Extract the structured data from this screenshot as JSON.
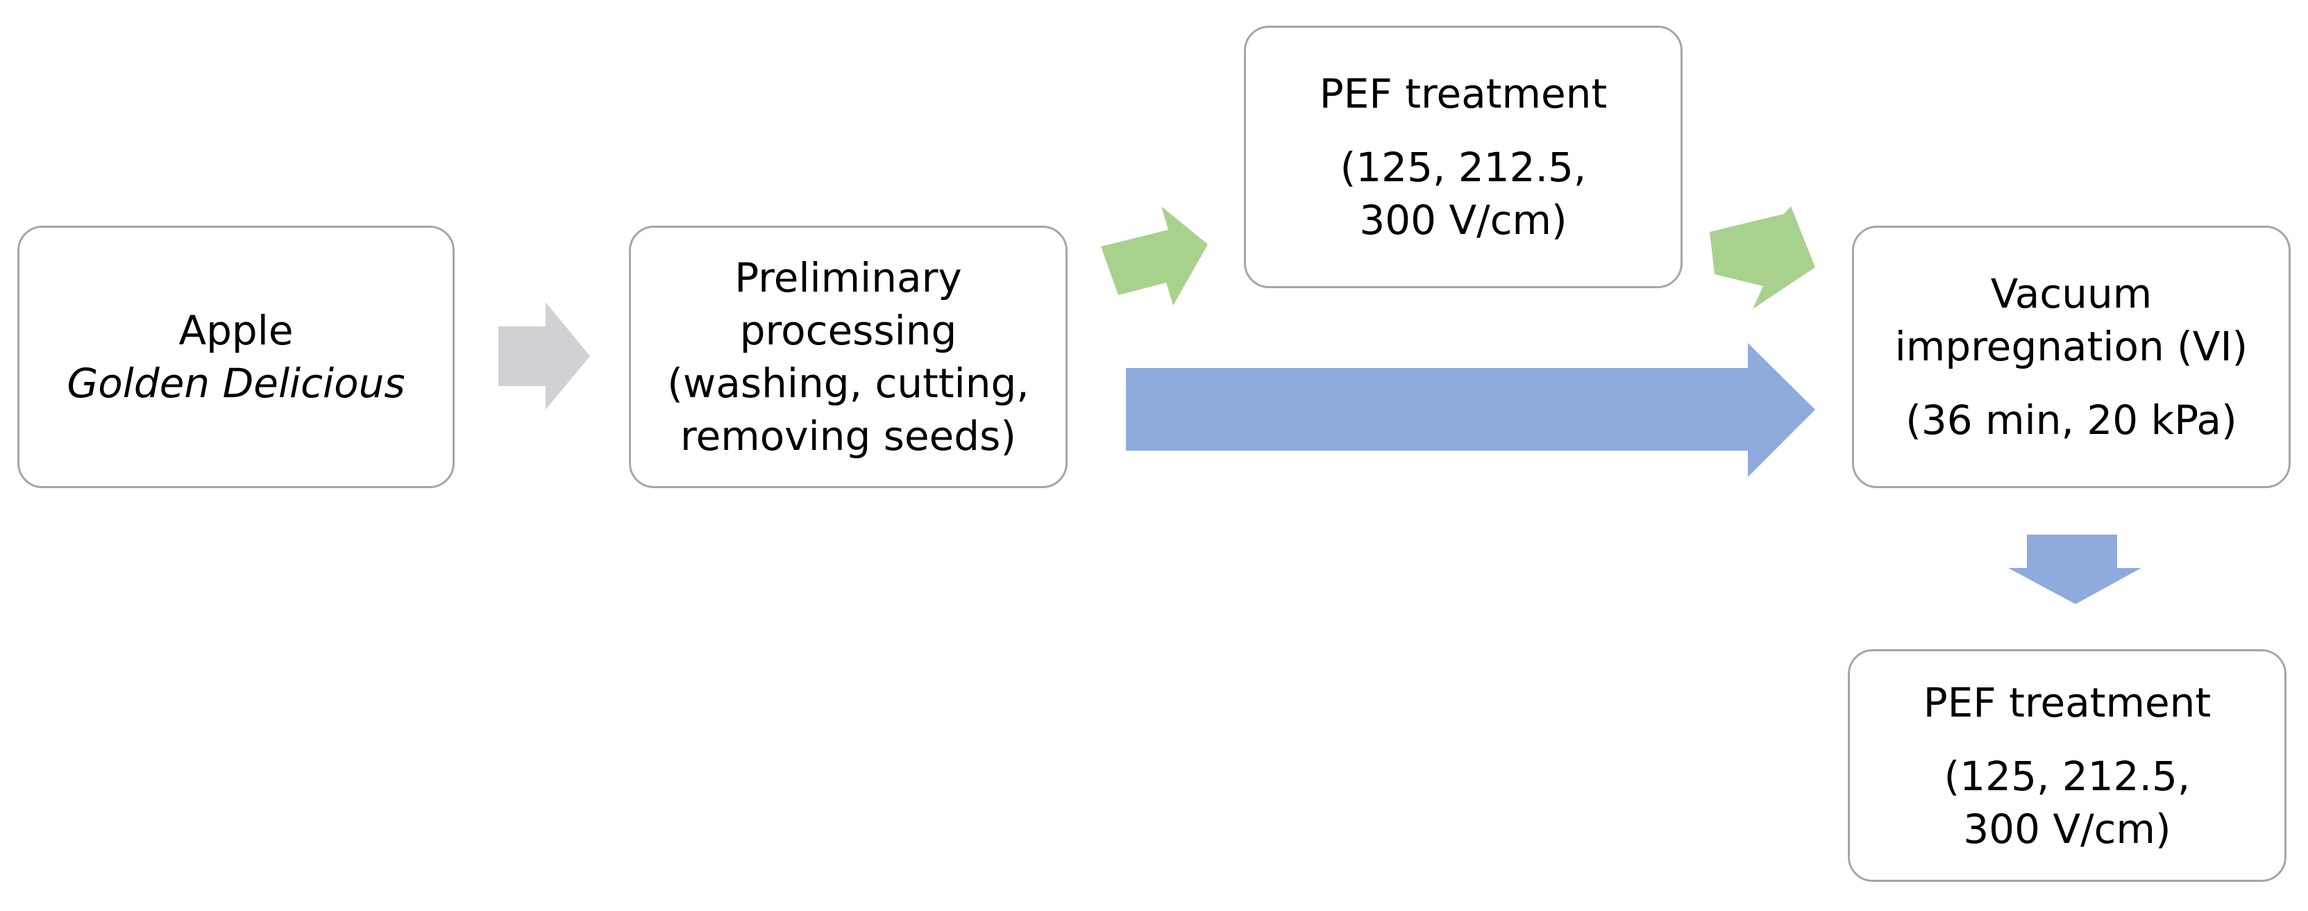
{
  "nodes": {
    "apple": {
      "line1": "Apple",
      "line2": "Golden Delicious"
    },
    "preliminary": {
      "line1": "Preliminary",
      "line2": "processing",
      "line3": "(washing, cutting,",
      "line4": "removing seeds)"
    },
    "pef_top": {
      "line1": "PEF treatment",
      "line2": "(125, 212.5,",
      "line3": "300 V/cm)"
    },
    "vacuum": {
      "line1": "Vacuum",
      "line2": "impregnation (VI)",
      "line3": "(36 min, 20 kPa)"
    },
    "pef_bottom": {
      "line1": "PEF treatment",
      "line2": "(125, 212.5,",
      "line3": "300 V/cm)"
    }
  },
  "colors": {
    "box_border": "#a6a6a6",
    "arrow_gray": "#d0d1d4",
    "arrow_green": "#a9d18e",
    "arrow_blue": "#8faadc"
  }
}
